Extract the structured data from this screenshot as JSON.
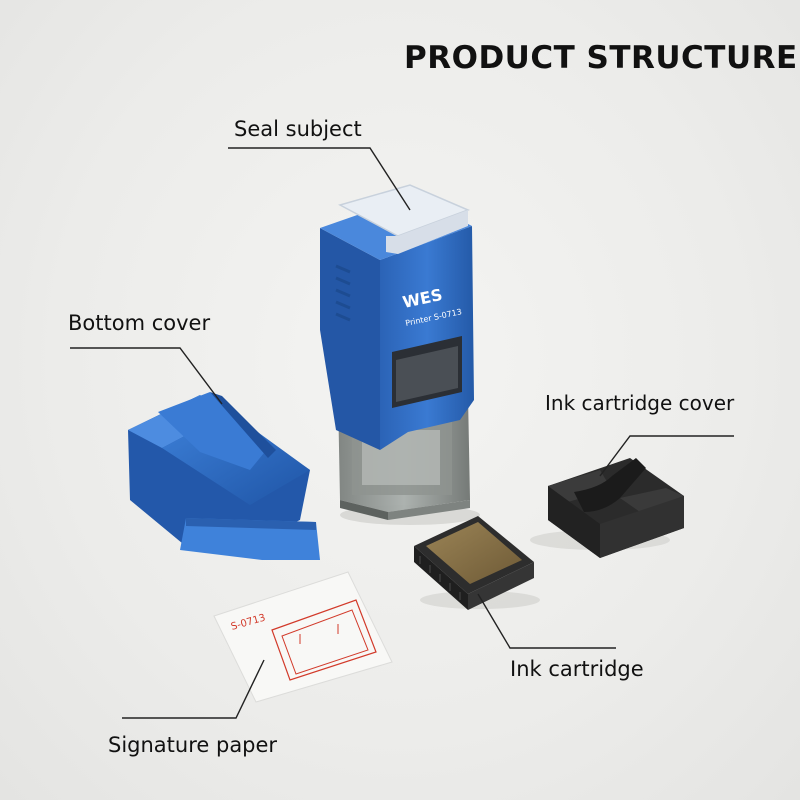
{
  "heading": "PRODUCT STRUCTURE",
  "labels": {
    "seal_subject": "Seal subject",
    "bottom_cover": "Bottom cover",
    "ink_cartridge_cover": "Ink cartridge cover",
    "ink_cartridge": "Ink cartridge",
    "signature_paper": "Signature paper"
  },
  "stamp": {
    "brand": "WES",
    "model_line": "Printer S-0713"
  },
  "paper": {
    "print_code": "S-0713"
  },
  "colors": {
    "stamp_blue": "#2f6fc4",
    "cartridge_black": "#2a2a2a",
    "ink_pad": "#8a7448",
    "print_red": "#d23a2a"
  }
}
